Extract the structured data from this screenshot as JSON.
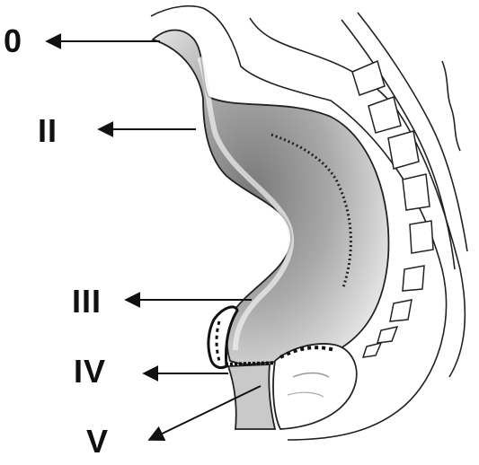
{
  "labels": {
    "zero": "0",
    "two": "II",
    "three": "III",
    "four": "IV",
    "five": "V"
  },
  "colors": {
    "ink": "#111111",
    "tissue_light": "#e2e2e2",
    "tissue_dark": "#7a7a7a",
    "background": "#ffffff"
  }
}
